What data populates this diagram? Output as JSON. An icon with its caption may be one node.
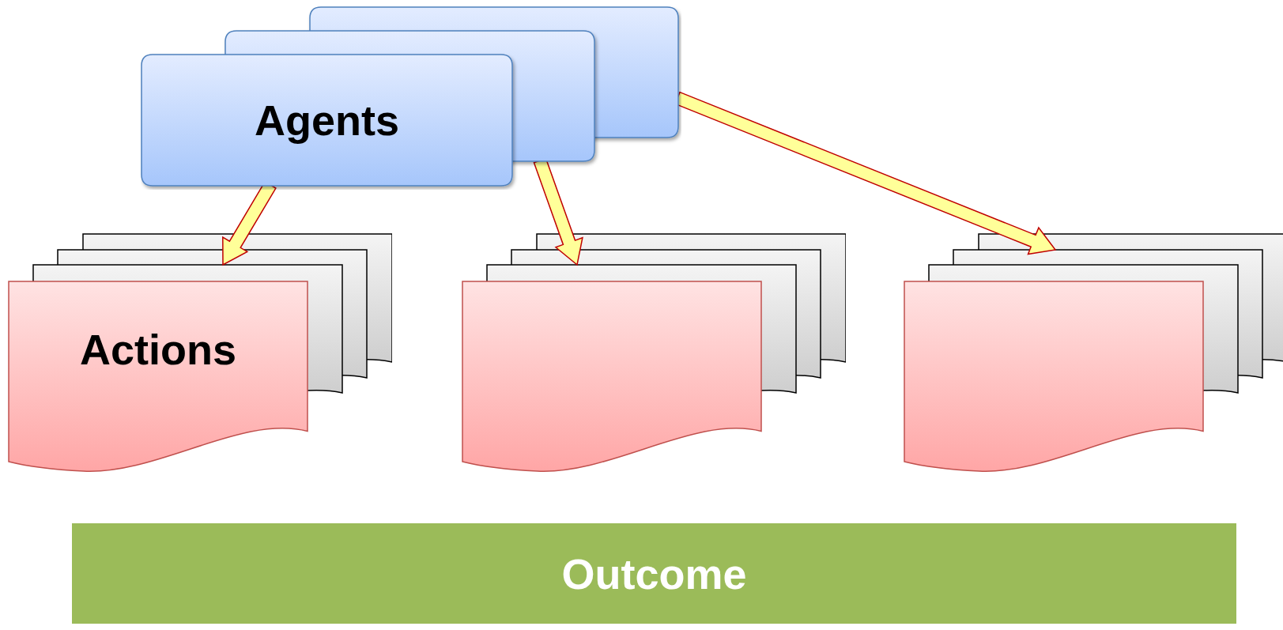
{
  "diagram": {
    "nodes": [
      {
        "text": [
          "Agents"
        ]
      },
      {
        "text": [
          "Actions"
        ]
      },
      {
        "text": [],
        "shape": "document"
      },
      {
        "text": [],
        "shape": "document"
      },
      {
        "text": [
          "Outcome"
        ]
      }
    ],
    "edges": [
      {
        "from": 0,
        "to": 1,
        "arrow": "to"
      },
      {
        "from": 0,
        "to": 2,
        "arrow": "to"
      },
      {
        "from": 0,
        "to": 3,
        "arrow": "to"
      }
    ]
  }
}
